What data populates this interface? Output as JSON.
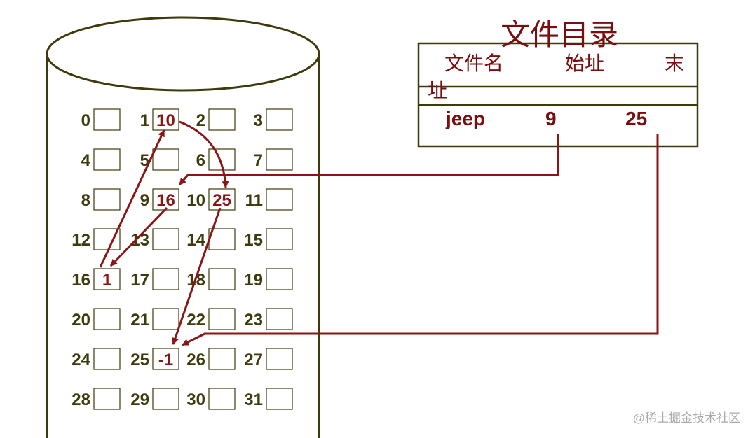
{
  "directory": {
    "title": "文件目录",
    "headers": {
      "name": "文件名",
      "start": "始址",
      "end_part1": "末",
      "end_part2": "址"
    },
    "entry": {
      "name": "jeep",
      "start": "9",
      "end": "25"
    }
  },
  "disk": {
    "block_numbers": [
      "0",
      "1",
      "2",
      "3",
      "4",
      "5",
      "6",
      "7",
      "8",
      "9",
      "10",
      "11",
      "12",
      "13",
      "14",
      "15",
      "16",
      "17",
      "18",
      "19",
      "20",
      "21",
      "22",
      "23",
      "24",
      "25",
      "26",
      "27",
      "28",
      "29",
      "30",
      "31"
    ],
    "cell_values": {
      "1": "10",
      "9": "16",
      "10": "25",
      "16": "1",
      "25": "-1"
    }
  },
  "colors": {
    "arrow": "#8b1414",
    "disk_outline": "#3d3a0c",
    "text_red": "#7a0d0d"
  },
  "watermark": "@稀土掘金技术社区"
}
